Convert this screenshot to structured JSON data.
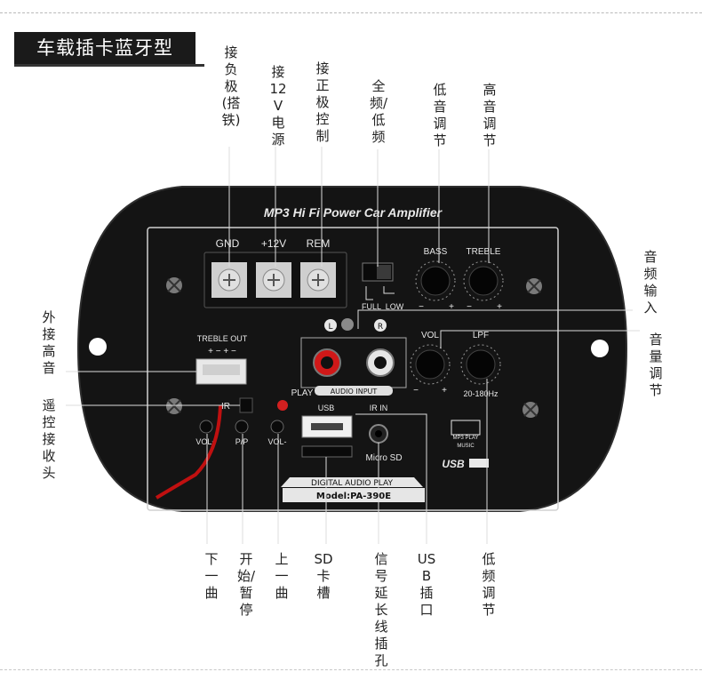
{
  "title": "车载插卡蓝牙型",
  "top_labels": {
    "gnd": "接负极(搭铁)",
    "v12": "接12V电源",
    "rem": "接正极控制",
    "full_low": "全频/低频",
    "bass": "低音调节",
    "treble": "高音调节"
  },
  "right_labels": {
    "audio_input": "音频输入",
    "volume": "音量调节"
  },
  "left_labels": {
    "treble_out": "外接高音",
    "ir": "遥控接收头"
  },
  "bottom_labels": {
    "next": "下一曲",
    "play_pause": "开始/暂停",
    "prev": "上一曲",
    "sd": "SD卡槽",
    "ir_ext": "信号延长线插孔",
    "usb": "USB插口",
    "lpf": "低频调节"
  },
  "panel": {
    "brand": "MP3 Hi Fi Power Car Amplifier",
    "gnd": "GND",
    "v12": "+12V",
    "rem": "REM",
    "full": "FULL",
    "low": "LOW",
    "bass": "BASS",
    "treble": "TREBLE",
    "vol": "VOL",
    "lpf": "LPF",
    "lpf_range": "20-180Hz",
    "treble_out": "TREBLE OUT",
    "treble_out_pins": "+ − + −",
    "l": "L",
    "r": "R",
    "audio_input": "AUDIO INPUT",
    "play": "PLAY",
    "ir": "IR",
    "usb": "USB",
    "ir_in": "IR IN",
    "micro_sd": "Micro SD",
    "vol_plus": "VOL+",
    "pp": "P/P",
    "vol_minus": "VOL-",
    "digital_audio_play": "DIGITAL AUDIO PLAY",
    "model": "Model:PA-390E",
    "music_logo": "MP3 PLAY",
    "music": "MUSIC",
    "usb_logo": "USB",
    "minus": "−",
    "plus": "+"
  }
}
